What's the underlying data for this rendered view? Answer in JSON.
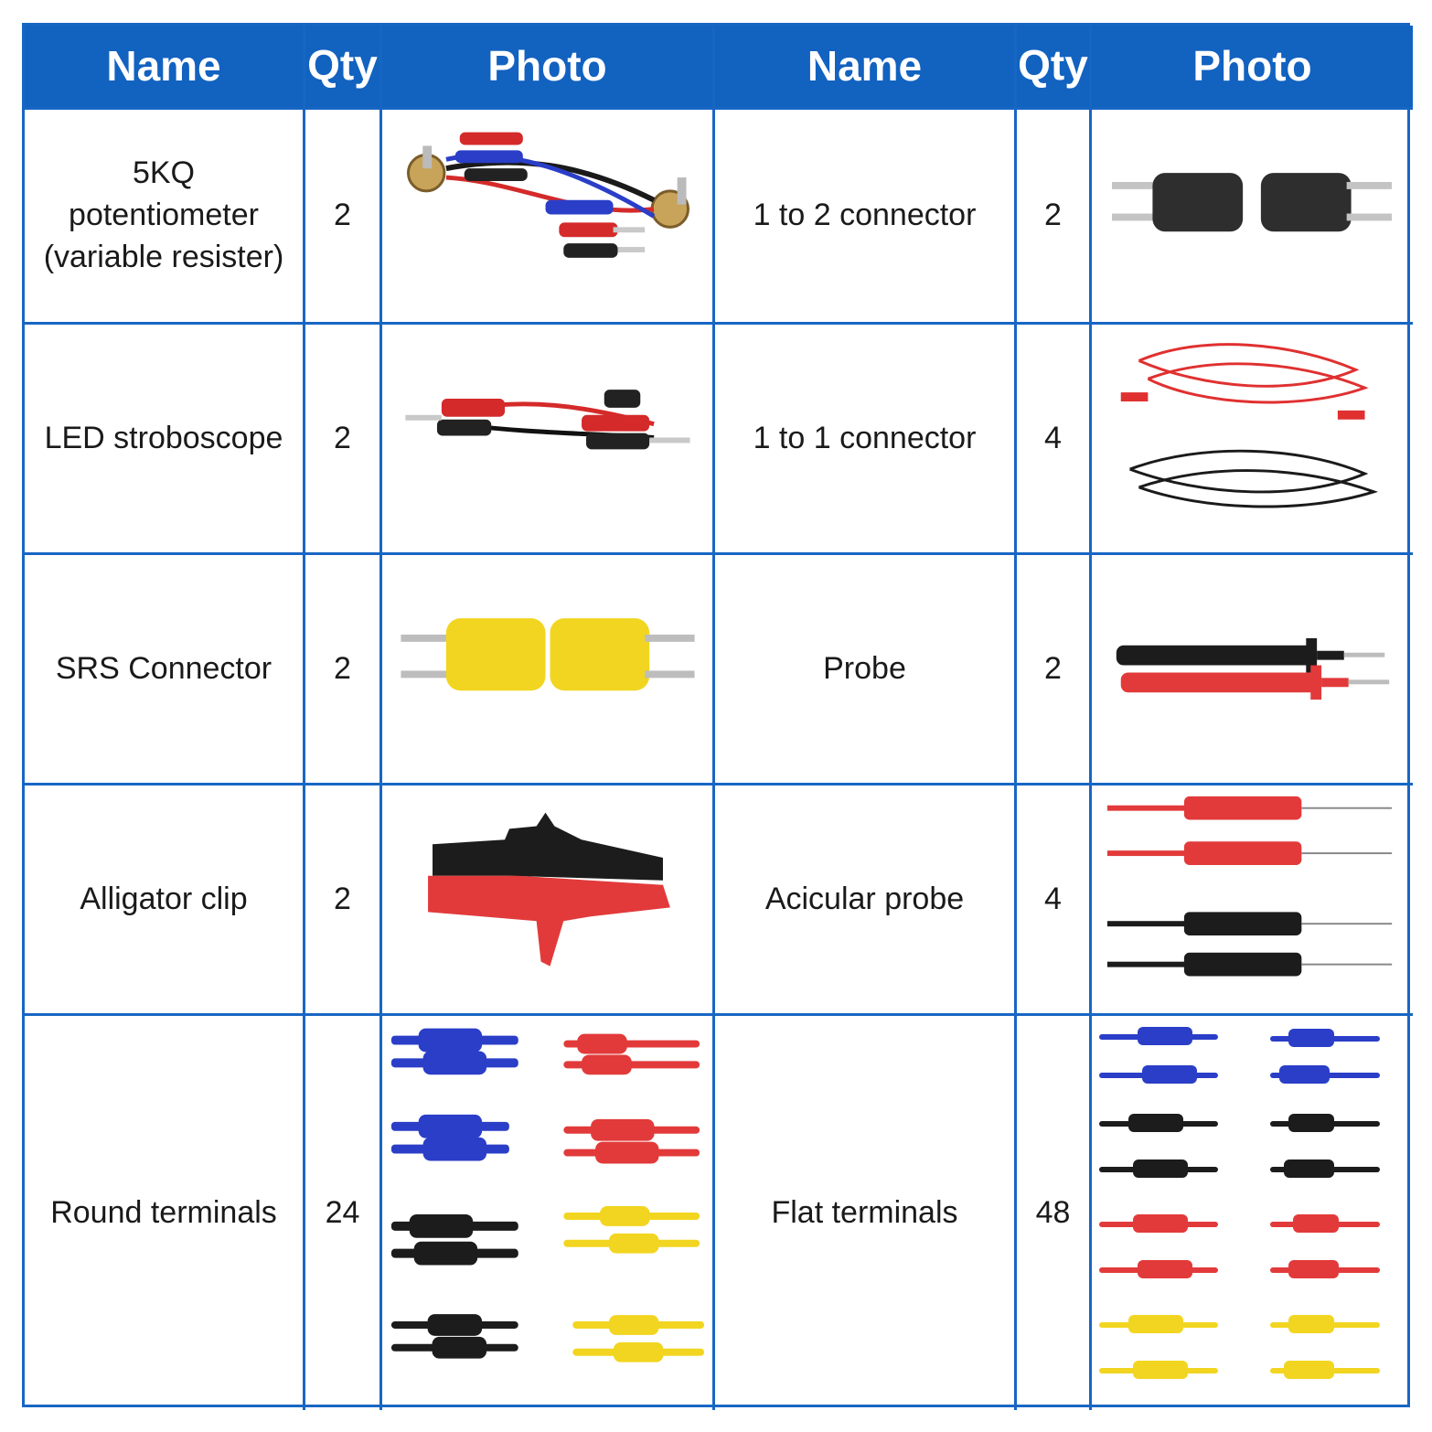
{
  "headers": [
    "Name",
    "Qty",
    "Photo",
    "Name",
    "Qty",
    "Photo"
  ],
  "rows": [
    {
      "left": {
        "name_lines": [
          "5KQ",
          "potentiometer",
          "(variable resister)"
        ],
        "qty": "2",
        "photo_icon": "potentiometer-leads-photo"
      },
      "right": {
        "name": "1 to 2 connector",
        "qty": "2",
        "photo_icon": "black-adapter-photo"
      }
    },
    {
      "left": {
        "name": "LED stroboscope",
        "qty": "2",
        "photo_icon": "led-leads-photo"
      },
      "right": {
        "name": "1 to 1 connector",
        "qty": "4",
        "photo_icon": "test-cables-photo"
      }
    },
    {
      "left": {
        "name": "SRS Connector",
        "qty": "2",
        "photo_icon": "yellow-adapter-photo"
      },
      "right": {
        "name": "Probe",
        "qty": "2",
        "photo_icon": "test-probe-photo"
      }
    },
    {
      "left": {
        "name": "Alligator clip",
        "qty": "2",
        "photo_icon": "alligator-clip-photo"
      },
      "right": {
        "name": "Acicular probe",
        "qty": "4",
        "photo_icon": "needle-probe-photo"
      }
    },
    {
      "left": {
        "name": "Round terminals",
        "qty": "24",
        "photo_icon": "round-terminals-photo"
      },
      "right": {
        "name": "Flat terminals",
        "qty": "48",
        "photo_icon": "flat-terminals-photo"
      }
    }
  ],
  "colors": {
    "header_bg": "#1262c0",
    "border": "#1866c4",
    "header_text": "#ffffff"
  }
}
